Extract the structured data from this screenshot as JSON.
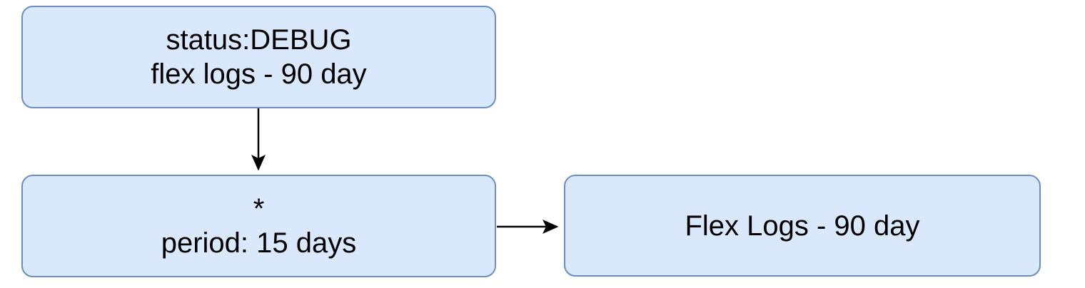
{
  "diagram": {
    "type": "flowchart",
    "colors": {
      "node_fill": "#dae8fc",
      "node_border": "#6c8ebf",
      "arrow": "#000000",
      "text": "#000000",
      "background": "#ffffff"
    },
    "nodes": [
      {
        "id": "filter",
        "lines": [
          "status:DEBUG",
          "flex logs - 90 day"
        ]
      },
      {
        "id": "period",
        "lines": [
          "*",
          "period: 15 days"
        ]
      },
      {
        "id": "index",
        "lines": [
          "Flex Logs - 90 day"
        ]
      }
    ],
    "edges": [
      {
        "from": "filter",
        "to": "period",
        "direction": "down",
        "arrowhead": "end"
      },
      {
        "from": "period",
        "to": "index",
        "direction": "right",
        "arrowhead": "end"
      }
    ]
  }
}
